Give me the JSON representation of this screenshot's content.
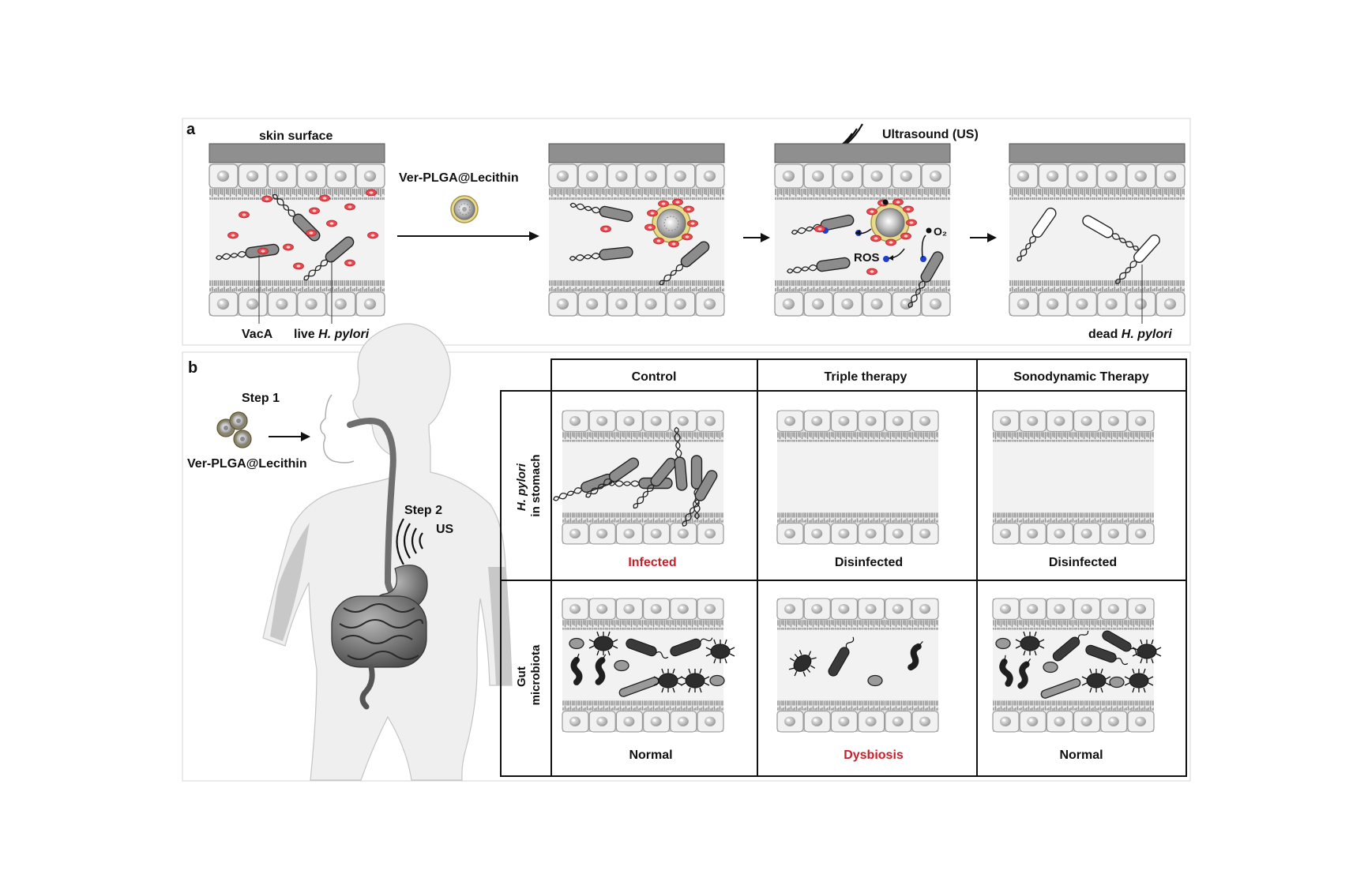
{
  "panel_a": {
    "letter": "a",
    "skin_surface": "skin surface",
    "nanoparticle_label": "Ver-PLGA@Lecithin",
    "ultrasound_label": "Ultrasound (US)",
    "ros_label": "ROS",
    "o2_label": "O₂",
    "vaca_label": "VacA",
    "live_prefix": "live ",
    "live_species": "H. pylori",
    "dead_prefix": "dead ",
    "dead_species": "H. pylori"
  },
  "panel_b": {
    "letter": "b",
    "step1": "Step 1",
    "step1_agent": "Ver-PLGA@Lecithin",
    "step2": "Step 2",
    "step2_agent": "US",
    "columns": [
      "Control",
      "Triple therapy",
      "Sonodynamic Therapy"
    ],
    "row1_label_italic": "H. pylori",
    "row1_label_rest": "in stomach",
    "row2_label_line1": "Gut",
    "row2_label_line2": "microbiota",
    "row1_results": [
      "Infected",
      "Disinfected",
      "Disinfected"
    ],
    "row2_results": [
      "Normal",
      "Dysbiosis",
      "Normal"
    ],
    "colors": {
      "highlight": "#c8202a",
      "normal": "#111111"
    }
  }
}
